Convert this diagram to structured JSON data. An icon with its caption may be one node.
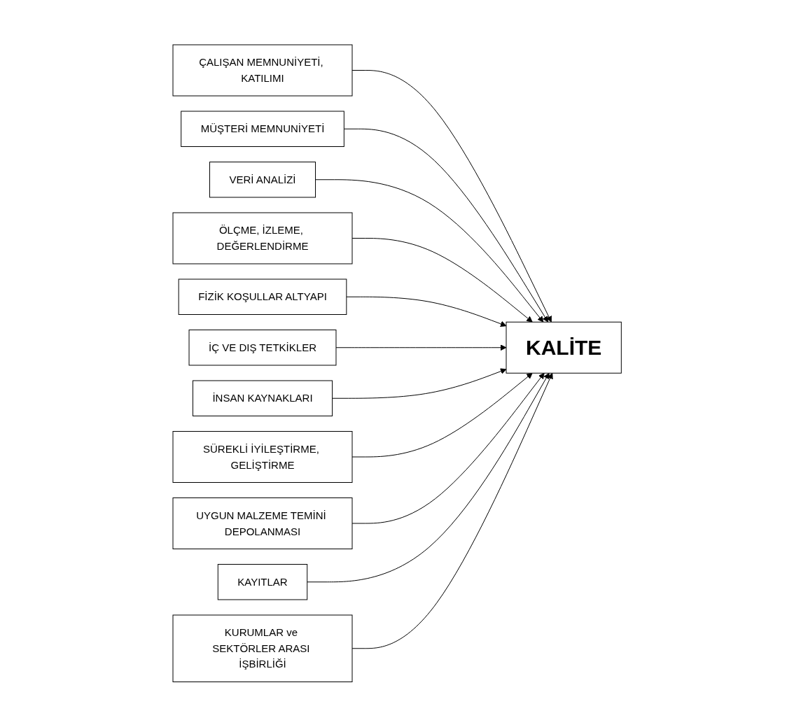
{
  "diagram": {
    "nodes": [
      {
        "text": [
          "ÇALIŞAN MEMNUNİYETİ, KATILIMI"
        ]
      },
      {
        "text": [
          "MÜŞTERİ MEMNUNİYETİ"
        ]
      },
      {
        "text": [
          "VERİ ANALİZİ"
        ]
      },
      {
        "text": [
          "ÖLÇME, İZLEME, DEĞERLENDİRME"
        ]
      },
      {
        "text": [
          "KALİTE"
        ]
      },
      {
        "text": [
          "FİZİK KOŞULLAR ALTYAPI"
        ]
      },
      {
        "text": [
          "İÇ VE DIŞ TETKİKLER"
        ]
      },
      {
        "text": [
          "İNSAN KAYNAKLARI"
        ]
      },
      {
        "text": [
          "KAYITLAR"
        ]
      },
      {
        "text": [
          "SÜREKLİ İYİLEŞTİRME, GELİŞTİRME"
        ]
      },
      {
        "text": [
          "KURUMLAR ve SEKTÖRLER ARASI İŞBİRLİĞİ"
        ]
      },
      {
        "text": [
          "UYGUN MALZEME TEMİNİ DEPOLANMASI"
        ]
      }
    ],
    "edges": [
      {
        "from": 0,
        "to": 4,
        "arrow": "to"
      },
      {
        "from": 1,
        "to": 4,
        "arrow": "to"
      },
      {
        "from": 2,
        "to": 4,
        "arrow": "to"
      },
      {
        "from": 3,
        "to": 4,
        "arrow": "to"
      },
      {
        "from": 5,
        "to": 4,
        "arrow": "to"
      },
      {
        "from": 6,
        "to": 4,
        "arrow": "to"
      },
      {
        "from": 7,
        "to": 4,
        "arrow": "to"
      },
      {
        "from": 9,
        "to": 4,
        "arrow": "to"
      },
      {
        "from": 11,
        "to": 4,
        "arrow": "to"
      },
      {
        "from": 8,
        "to": 4,
        "arrow": "to"
      },
      {
        "from": 10,
        "to": 4,
        "arrow": "to"
      }
    ]
  }
}
